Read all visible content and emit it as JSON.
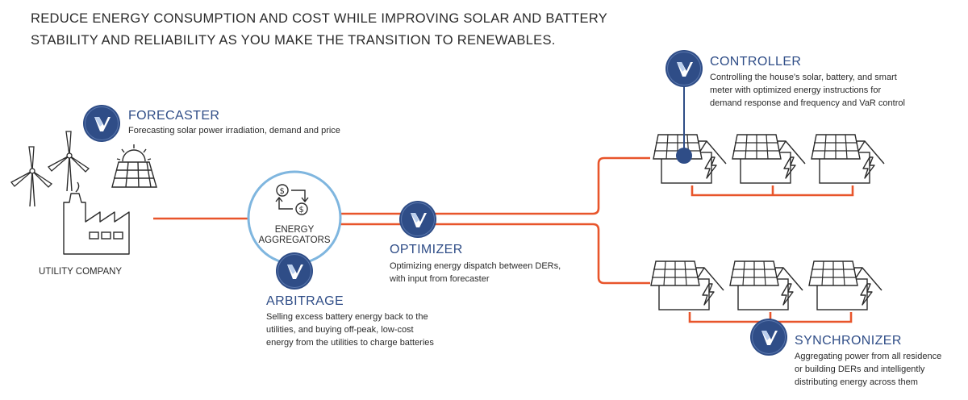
{
  "headline": {
    "line1": "REDUCE ENERGY CONSUMPTION AND COST WHILE IMPROVING SOLAR AND BATTERY",
    "line2": "STABILITY AND RELIABILITY AS YOU MAKE THE TRANSITION TO RENEWABLES."
  },
  "utility": {
    "label": "UTILITY COMPANY"
  },
  "aggregator": {
    "label_line1": "ENERGY",
    "label_line2": "AGGREGATORS"
  },
  "forecaster": {
    "title": "FORECASTER",
    "desc_line1": "Forecasting solar power irradiation, demand and price"
  },
  "controller": {
    "title": "CONTROLLER",
    "desc_line1": "Controlling the house's solar, battery, and smart",
    "desc_line2": "meter with optimized energy instructions for",
    "desc_line3": "demand response and frequency and VaR control"
  },
  "optimizer": {
    "title": "OPTIMIZER",
    "desc_line1": "Optimizing energy dispatch between DERs,",
    "desc_line2": "with input from forecaster"
  },
  "arbitrage": {
    "title": "ARBITRAGE",
    "desc_line1": "Selling excess battery energy back to the",
    "desc_line2": "utilities, and buying off-peak, low-cost",
    "desc_line3": "energy from the utilities to charge batteries"
  },
  "synchronizer": {
    "title": "SYNCHRONIZER",
    "desc_line1": "Aggregating power from all residence",
    "desc_line2": "or building DERs and intelligently",
    "desc_line3": "distributing energy across them"
  },
  "colors": {
    "badge": "#2f4d87",
    "wire": "#e8552b",
    "aggregator_ring": "#7fb6df",
    "title": "#2f4d87"
  },
  "icons": [
    "wind-turbine-icon",
    "solar-sun-icon",
    "factory-icon",
    "currency-exchange-icon",
    "house-solar-icon",
    "lightning-bolt-icon",
    "brand-badge-icon"
  ]
}
